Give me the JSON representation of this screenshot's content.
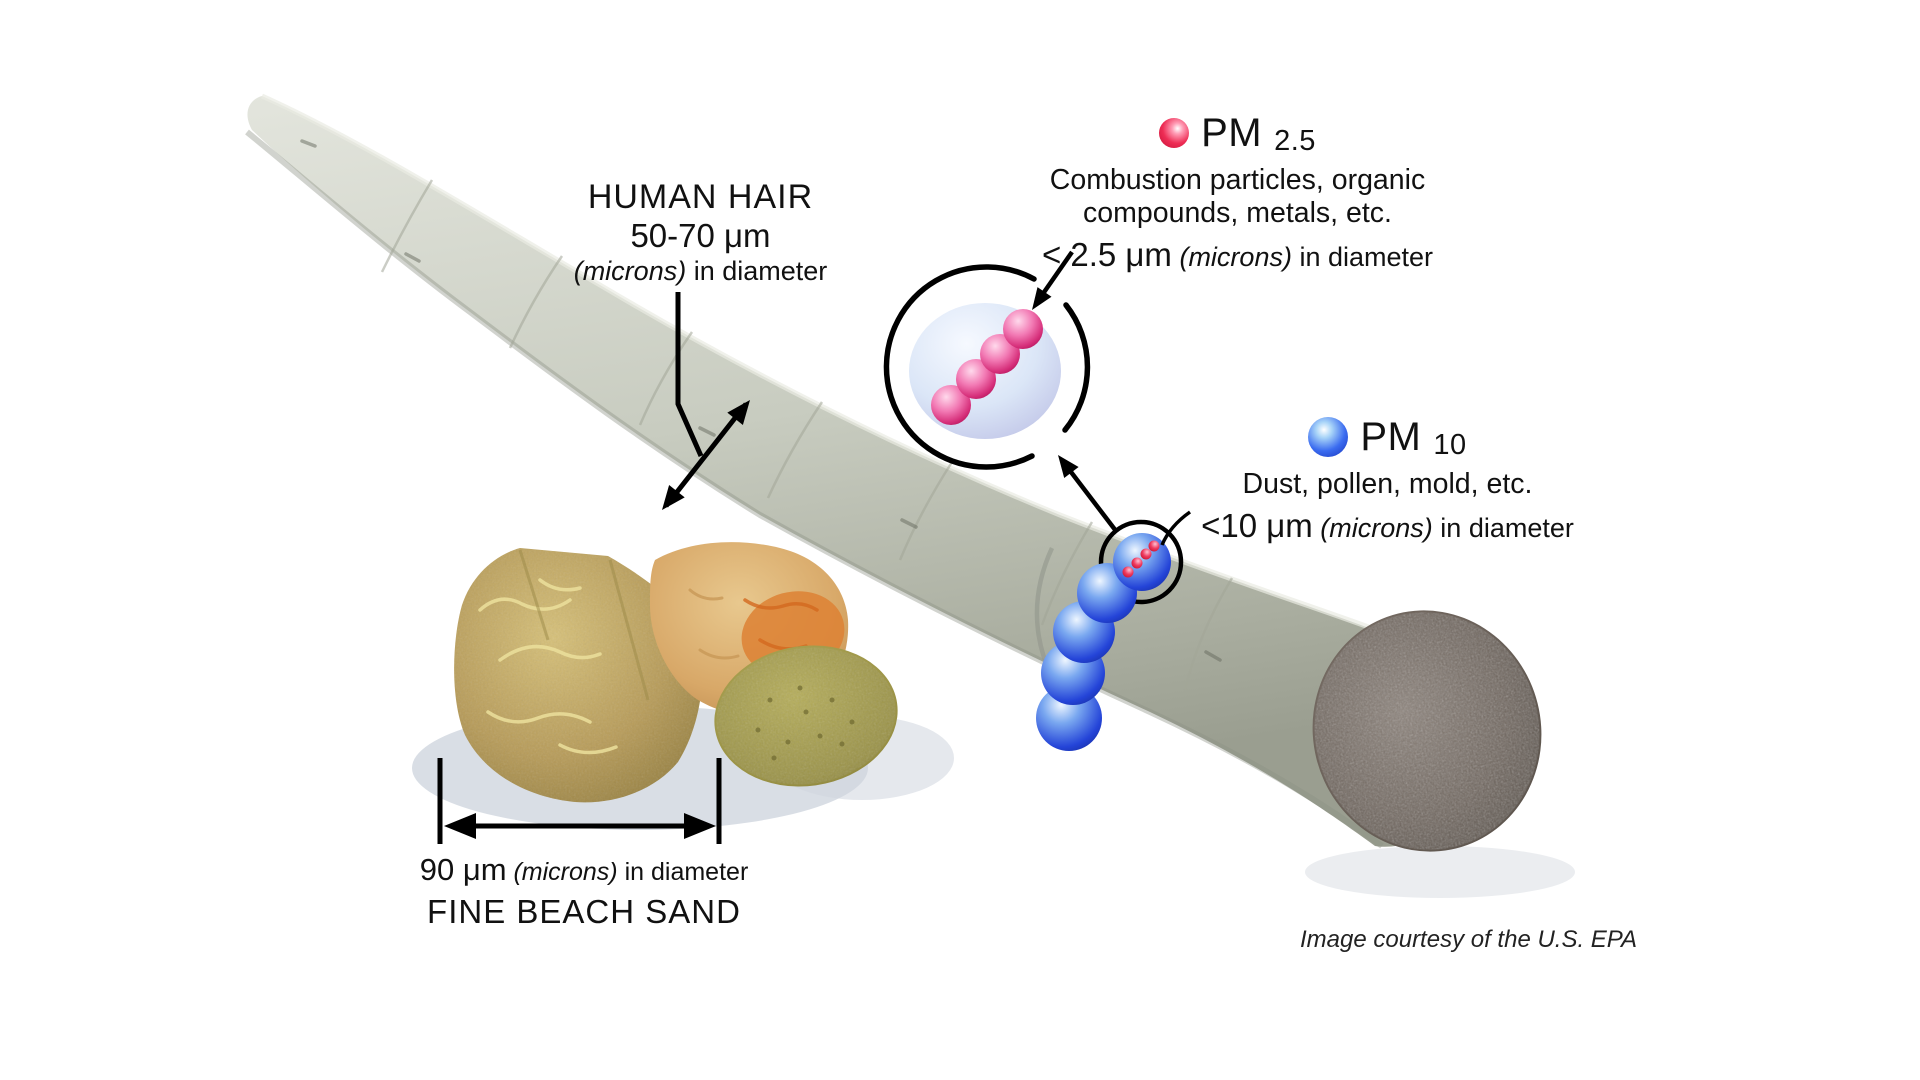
{
  "pm25": {
    "pm": "PM",
    "sub": "2.5",
    "desc1": "Combustion particles, organic",
    "desc2": "compounds, metals, etc.",
    "size": "< 2.5 μm",
    "microns": "(microns)",
    "diameter": "in diameter"
  },
  "pm10": {
    "pm": "PM",
    "sub": "10",
    "desc1": "Dust, pollen, mold, etc.",
    "size": "<10 μm",
    "microns": "(microns)",
    "diameter": "in diameter"
  },
  "hair": {
    "title": "HUMAN HAIR",
    "size": "50-70 μm",
    "microns": "(microns)",
    "diameter": "in diameter"
  },
  "sand": {
    "size": "90 μm",
    "microns": "(microns)",
    "diameter": "in diameter",
    "title": "FINE BEACH SAND"
  },
  "credit": "Image courtesy of the U.S. EPA",
  "icons": {
    "pm25_dot": "red-sphere",
    "pm10_dot": "blue-sphere"
  },
  "colors": {
    "hair": "#c3c7bb",
    "hair_cut_face": "#6e645c",
    "pm25_particle": "#e0367e",
    "pm10_particle": "#2b50e8",
    "magnified_sphere": "#ccd8f0",
    "sand_khaki": "#b79b58",
    "sand_orange": "#d8a868",
    "sand_olive": "#9a9246",
    "shadow": "#cfd6de",
    "annotation": "#000000"
  }
}
